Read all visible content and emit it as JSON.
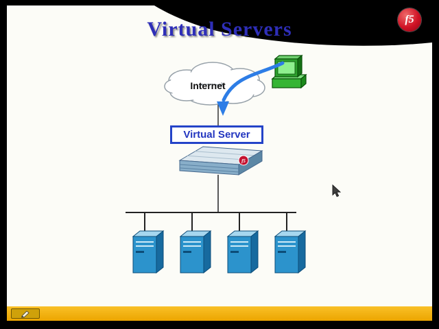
{
  "slide": {
    "title": "Virtual Servers"
  },
  "logo": {
    "text": "f5"
  },
  "diagram": {
    "internet_label": "Internet",
    "virtual_server_label": "Virtual Server",
    "server_count": 4
  },
  "colors": {
    "title_blue": "#2e2eb8",
    "virtual_server_blue": "#2443c8",
    "f5_red": "#c41230",
    "arrow_blue": "#2d7de6",
    "server_front_blue": "#2c93cc",
    "server_top_blue": "#a6d7ef",
    "server_side_blue": "#176a9f",
    "computer_green": "#2da02d",
    "bottom_bar_yellow": "#f2b10e"
  }
}
